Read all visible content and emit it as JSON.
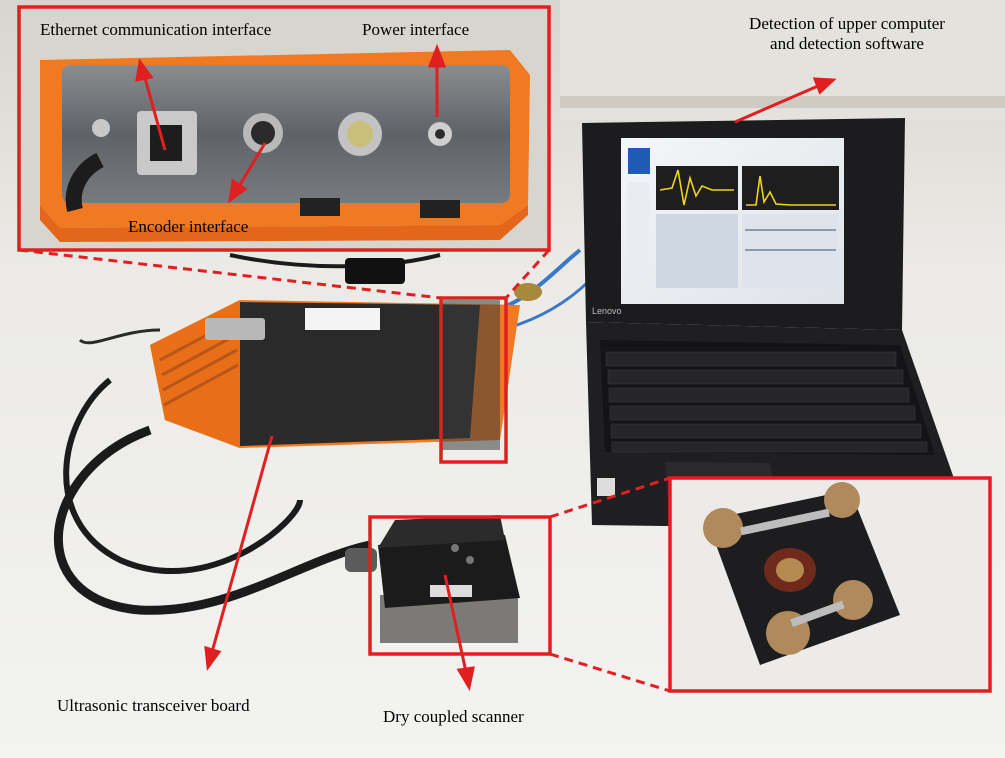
{
  "labels": {
    "ethernet": "Ethernet communication interface",
    "power": "Power interface",
    "encoder": "Encoder interface",
    "upper_line1": "Detection of upper computer",
    "upper_line2": "and detection software",
    "transceiver": "Ultrasonic transceiver board",
    "scanner": "Dry coupled scanner"
  },
  "colors": {
    "accent_red": "#e02020",
    "device_orange": "#f07a22",
    "panel_grey": "#6f7378",
    "laptop_black": "#1c1c1e",
    "desk_white": "#efefec",
    "wall_grey": "#d9d8d3"
  },
  "laptop": {
    "brand": "Lenovo"
  }
}
